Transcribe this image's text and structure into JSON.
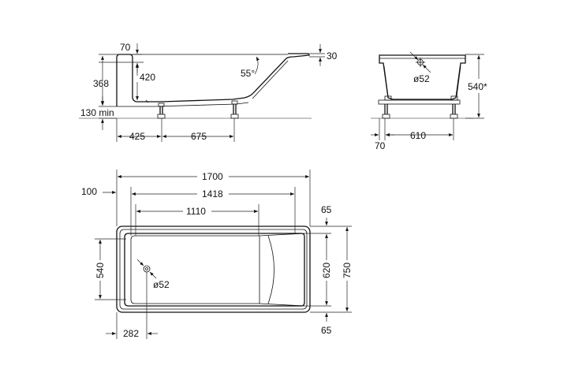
{
  "side_view": {
    "dims": {
      "rim_thickness": "70",
      "total_height": "368",
      "inner_depth": "420",
      "backrest_angle": "55°",
      "rim_right": "30",
      "floor_gap": "130 min",
      "foot_offset": "425",
      "foot_spacing": "675"
    }
  },
  "end_view": {
    "dims": {
      "drain_diameter": "ø52",
      "height": "540*",
      "foot_offset": "70",
      "foot_spacing": "610"
    }
  },
  "plan_view": {
    "dims": {
      "total_length": "1700",
      "inner_length": "1418",
      "flat_bottom_length": "1110",
      "rim_offset": "100",
      "rim_top": "65",
      "inner_width": "540",
      "drain_diameter": "ø52",
      "inner_width_top": "620",
      "total_width": "750",
      "rim_bottom": "65",
      "drain_offset": "282"
    }
  }
}
